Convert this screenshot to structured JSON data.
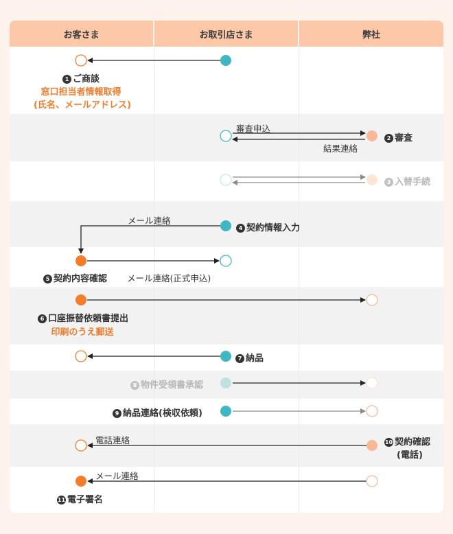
{
  "columns": [
    "お客さま",
    "お取引店さま",
    "弊社"
  ],
  "steps": {
    "s1": {
      "num": "1",
      "label": "ご商談",
      "sub1": "窓口担当者情報取得",
      "sub2": "(氏名、メールアドレス)"
    },
    "s2": {
      "num": "2",
      "label": "審査",
      "arrow_out": "審査申込",
      "arrow_back": "結果連絡"
    },
    "s3": {
      "num": "3",
      "label": "入替手続"
    },
    "s4": {
      "num": "4",
      "label": "契約情報入力",
      "arrow": "メール連絡"
    },
    "s5": {
      "num": "5",
      "label": "契約内容確認",
      "arrow": "メール連絡(正式申込)"
    },
    "s6": {
      "num": "6",
      "label": "口座振替依頼書提出",
      "sub": "印刷のうえ郵送"
    },
    "s7": {
      "num": "7",
      "label": "納品"
    },
    "s8": {
      "num": "8",
      "label": "物件受領書承認"
    },
    "s9": {
      "num": "9",
      "label": "納品連絡(検収依頼)"
    },
    "s10": {
      "num": "10",
      "label": "契約確認",
      "sub": "(電話)",
      "arrow": "電話連絡"
    },
    "s11": {
      "num": "11",
      "label": "電子署名",
      "arrow": "メール連絡"
    }
  },
  "colors": {
    "header": "#fcc8a8",
    "orange": "#f57c28",
    "teal": "#3fb7c2",
    "peach": "#f9b896",
    "band": "#f2f2f2",
    "background": "#fdf3ec"
  }
}
